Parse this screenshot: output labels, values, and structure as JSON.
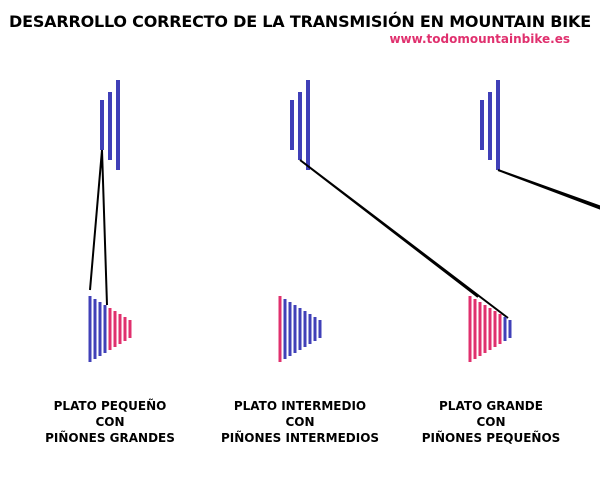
{
  "title": "DESARROLLO CORRECTO DE LA TRANSMISIÓN EN MOUNTAIN BIKE",
  "website": "www.todomountainbike.es",
  "colors": {
    "gear": "#4040b8",
    "active": "#e0306e",
    "chain": "#000000",
    "url": "#e0306e"
  },
  "configs": [
    {
      "caption": [
        "PLATO PEQUEÑO",
        "CON",
        "PIÑONES GRANDES"
      ],
      "active_chainring": 0,
      "active_sprocket": 0
    },
    {
      "caption": [
        "PLATO INTERMEDIO",
        "CON",
        "PIÑONES INTERMEDIOS"
      ],
      "active_chainring": 1,
      "active_sprocket": 4
    },
    {
      "caption": [
        "PLATO GRANDE",
        "CON",
        "PIÑONES PEQUEÑOS"
      ],
      "active_chainring": 2,
      "active_sprocket": 8
    }
  ]
}
